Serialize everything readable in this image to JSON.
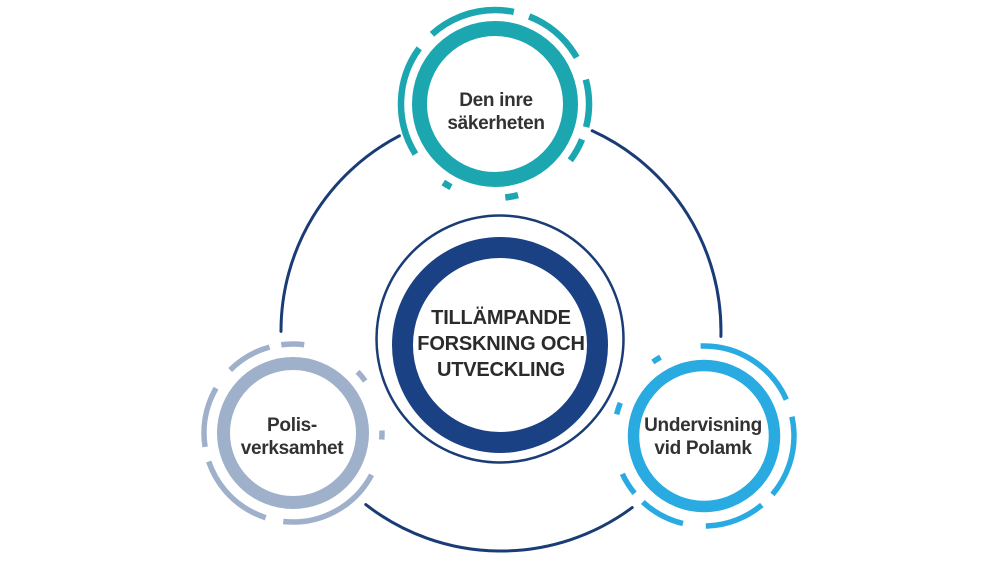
{
  "colors": {
    "navy_ring": "#1A4183",
    "navy_line": "#193C76",
    "teal": "#1CA7B0",
    "steel_blue": "#9FB0CB",
    "light_blue": "#29ABE2",
    "label_text": "#323232",
    "center_text": "#2B2B2B"
  },
  "center_node": {
    "lines": [
      "TILLÄMPANDE",
      "FORSKNING OCH",
      "UTVECKLING"
    ]
  },
  "nodes": [
    {
      "id": "inner-security",
      "lines": [
        "Den inre",
        "säkerheten"
      ]
    },
    {
      "id": "police-operations",
      "lines": [
        "Polis-",
        "verksamhet"
      ]
    },
    {
      "id": "teaching-polamk",
      "lines": [
        "Undervisning",
        "vid Polamk"
      ]
    }
  ]
}
